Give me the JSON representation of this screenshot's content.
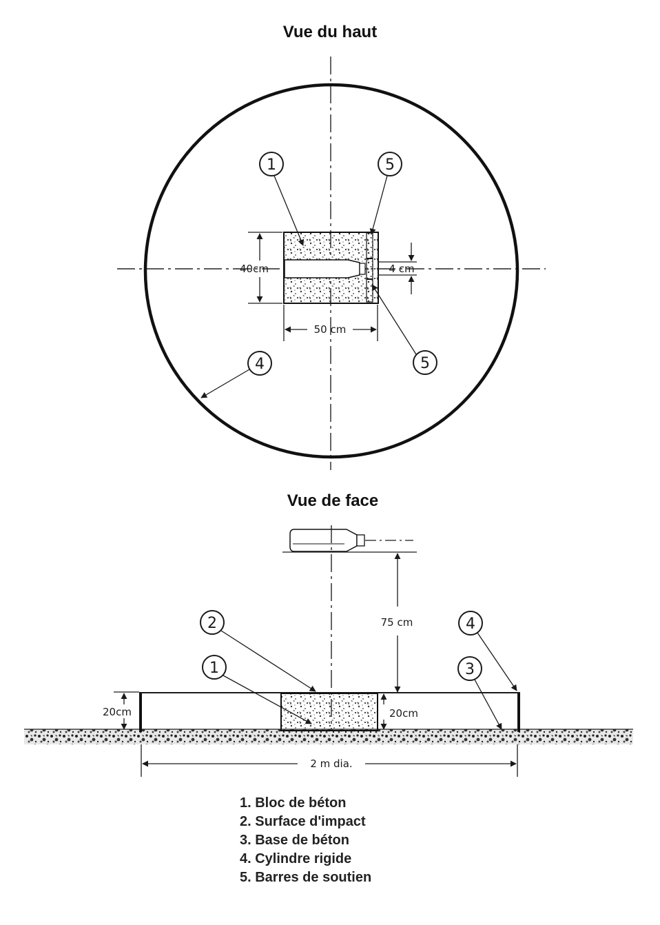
{
  "top_view": {
    "title": "Vue du haut",
    "dim_width": "40cm",
    "dim_length": "50 cm",
    "dim_bars": "4 cm",
    "callouts": {
      "c1": "1",
      "c5a": "5",
      "c5b": "5",
      "c4": "4"
    }
  },
  "front_view": {
    "title": "Vue de face",
    "dim_height": "75 cm",
    "dim_base_left": "20cm",
    "dim_base_right": "20cm",
    "dim_diameter": "2 m dia.",
    "callouts": {
      "c2": "2",
      "c1": "1",
      "c4": "4",
      "c3": "3"
    }
  },
  "legend": [
    "1. Bloc de béton",
    "2. Surface d'impact",
    "3. Base de béton",
    "4. Cylindre rigide",
    "5. Barres de soutien"
  ]
}
